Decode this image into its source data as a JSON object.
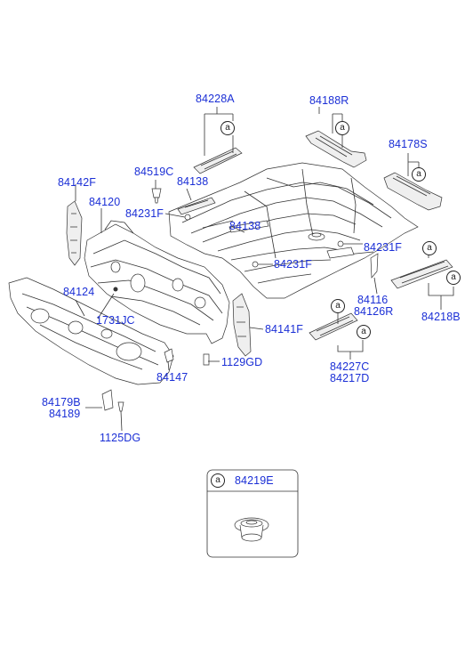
{
  "labels": {
    "p84228A": "84228A",
    "p84188R": "84188R",
    "p84178S": "84178S",
    "p84519C": "84519C",
    "p84138a": "84138",
    "p84142F": "84142F",
    "p84120": "84120",
    "p84231Fa": "84231F",
    "p84138b": "84138",
    "p84231Fb": "84231F",
    "p84231Fc": "84231F",
    "p84124": "84124",
    "p1731JC": "1731JC",
    "p84116": "84116",
    "p84126R": "84126R",
    "p84218B": "84218B",
    "p84141F": "84141F",
    "p1129GD": "1129GD",
    "p84147": "84147",
    "p84227C": "84227C",
    "p84217D": "84217D",
    "p84179B": "84179B",
    "p84189": "84189",
    "p1125DG": "1125DG",
    "p84219E": "84219E"
  },
  "ref_mark": "a",
  "colors": {
    "label": "#1b2fd6",
    "line": "#333333"
  }
}
